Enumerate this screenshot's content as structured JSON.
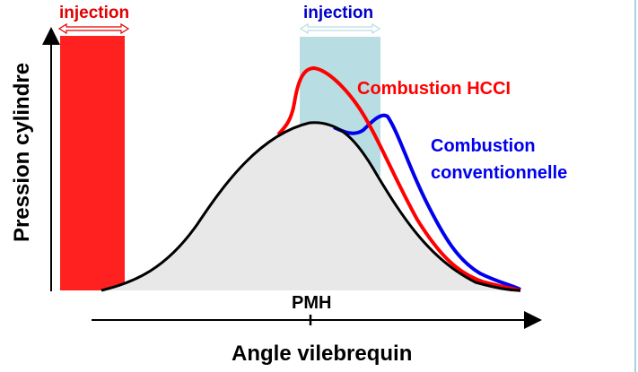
{
  "labels": {
    "injection_early": "injection",
    "injection_conventional": "injection",
    "hcci": "Combustion HCCI",
    "conventional_line1": "Combustion",
    "conventional_line2": "conventionnelle",
    "pmh": "PMH",
    "x_axis": "Angle vilebrequin",
    "y_axis": "Pression cylindre"
  },
  "colors": {
    "hcci": "#ff0000",
    "conventional": "#0000ee",
    "motored": "#000000",
    "early_injection_zone": "#ff2020",
    "conventional_injection_zone": "#b8dde2",
    "fill": "#e8e8e8"
  }
}
